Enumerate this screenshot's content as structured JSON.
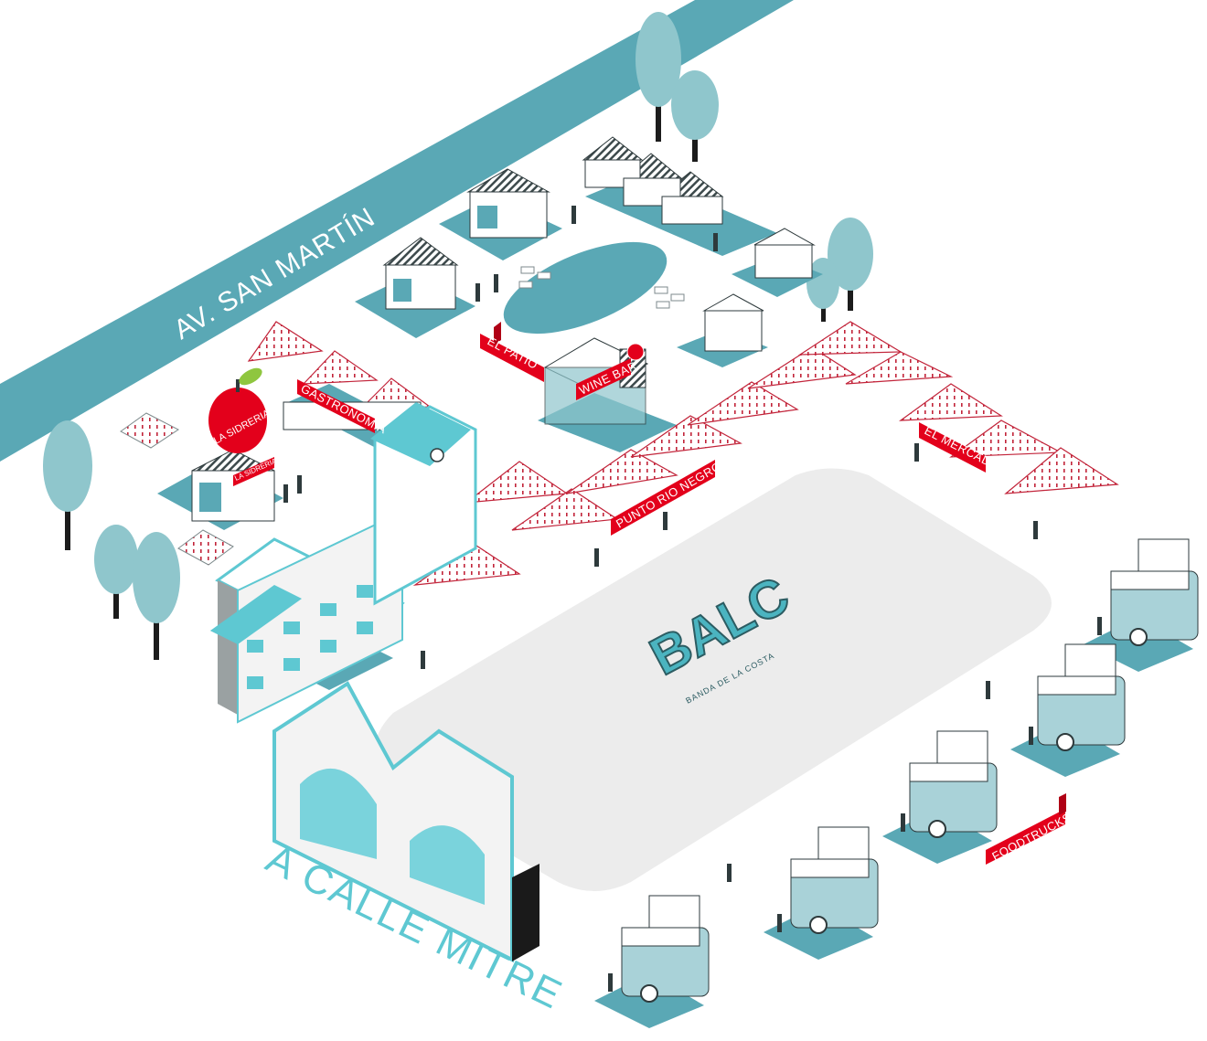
{
  "streets": {
    "san_martin": "AV. SAN MARTÍN",
    "mitre": "A CALLE MITRE"
  },
  "zones": {
    "el_patio": "EL PATIO",
    "wine_bar": "WINE BAR",
    "gastronomia": "GASTRONOMIA",
    "la_sidreria": "LA SIDRERIA",
    "la_sidreria_stand": "LA SIDRERIA",
    "punto_rio_negro": "PUNTO RIO NEGRO",
    "el_mercado": "EL MERCADO",
    "foodtrucks": "FOODTRUCKS"
  },
  "logo": {
    "title": "BALC",
    "subtitle": "BANDA DE LA COSTA"
  },
  "colors": {
    "teal": "#5aa8b5",
    "teal_light": "#8fc6cc",
    "cyan": "#5ec8d2",
    "red": "#e3001b",
    "plaza": "#ececec",
    "dark": "#2e3a3c"
  }
}
